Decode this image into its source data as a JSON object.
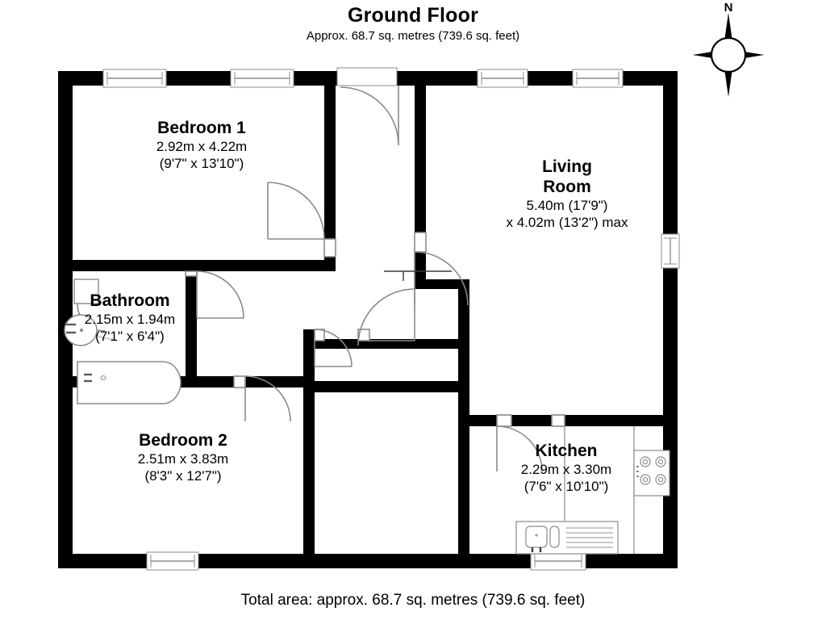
{
  "header": {
    "title": "Ground Floor",
    "subtitle": "Approx. 68.7 sq. metres (739.6 sq. feet)"
  },
  "footer": {
    "total_area": "Total area: approx. 68.7 sq. metres (739.6 sq. feet)"
  },
  "compass": {
    "north_label": "N",
    "icon": "compass-rose-icon"
  },
  "colors": {
    "wall": "#000000",
    "floor": "#ffffff",
    "fixture_stroke": "#808080",
    "door_arc": "#8a8a8a",
    "window_frame": "#9a9a9a",
    "text": "#000000"
  },
  "rooms": [
    {
      "id": "bedroom-1",
      "name": "Bedroom 1",
      "dim_metric": "2.92m x 4.22m",
      "dim_imperial": "(9'7\" x 13'10\")"
    },
    {
      "id": "living-room",
      "name_line1": "Living",
      "name_line2": "Room",
      "dim_metric": "5.40m (17'9\")",
      "dim_imperial": "x 4.02m (13'2\") max"
    },
    {
      "id": "bathroom",
      "name": "Bathroom",
      "dim_metric": "2.15m x 1.94m",
      "dim_imperial": "(7'1\" x 6'4\")"
    },
    {
      "id": "bedroom-2",
      "name": "Bedroom 2",
      "dim_metric": "2.51m x 3.83m",
      "dim_imperial": "(8'3\" x 12'7\")"
    },
    {
      "id": "kitchen",
      "name": "Kitchen",
      "dim_metric": "2.29m x 3.30m",
      "dim_imperial": "(7'6\" x 10'10\")"
    }
  ],
  "fixtures": [
    {
      "id": "wc",
      "icon": "toilet-icon",
      "room": "bathroom"
    },
    {
      "id": "basin",
      "icon": "sink-basin-icon",
      "room": "bathroom"
    },
    {
      "id": "bath",
      "icon": "bathtub-icon",
      "room": "bathroom"
    },
    {
      "id": "hob",
      "icon": "cooker-hob-icon",
      "room": "kitchen"
    },
    {
      "id": "kitchen-sink",
      "icon": "kitchen-sink-icon",
      "room": "kitchen"
    },
    {
      "id": "cupboard-upper",
      "icon": "cupboard-icon",
      "room": "hallway"
    },
    {
      "id": "cupboard-lower",
      "icon": "cupboard-icon",
      "room": "hallway"
    }
  ],
  "openings": [
    {
      "id": "window-bedroom1-north-left",
      "icon": "window-icon"
    },
    {
      "id": "window-bedroom1-north-right",
      "icon": "window-icon"
    },
    {
      "id": "window-living-north-left",
      "icon": "window-icon"
    },
    {
      "id": "window-living-north-right",
      "icon": "window-icon"
    },
    {
      "id": "window-living-east",
      "icon": "window-icon"
    },
    {
      "id": "window-bedroom2-south",
      "icon": "window-icon"
    },
    {
      "id": "window-kitchen-south",
      "icon": "window-icon"
    },
    {
      "id": "door-entrance",
      "icon": "door-swing-icon"
    },
    {
      "id": "door-bedroom1",
      "icon": "door-swing-icon"
    },
    {
      "id": "door-bathroom",
      "icon": "door-swing-icon"
    },
    {
      "id": "door-bedroom2",
      "icon": "door-swing-icon"
    },
    {
      "id": "door-cupboard-left",
      "icon": "door-swing-icon"
    },
    {
      "id": "door-cupboard-right",
      "icon": "door-swing-icon"
    },
    {
      "id": "door-living-hall",
      "icon": "door-swing-icon"
    },
    {
      "id": "door-kitchen",
      "icon": "door-swing-icon"
    }
  ]
}
